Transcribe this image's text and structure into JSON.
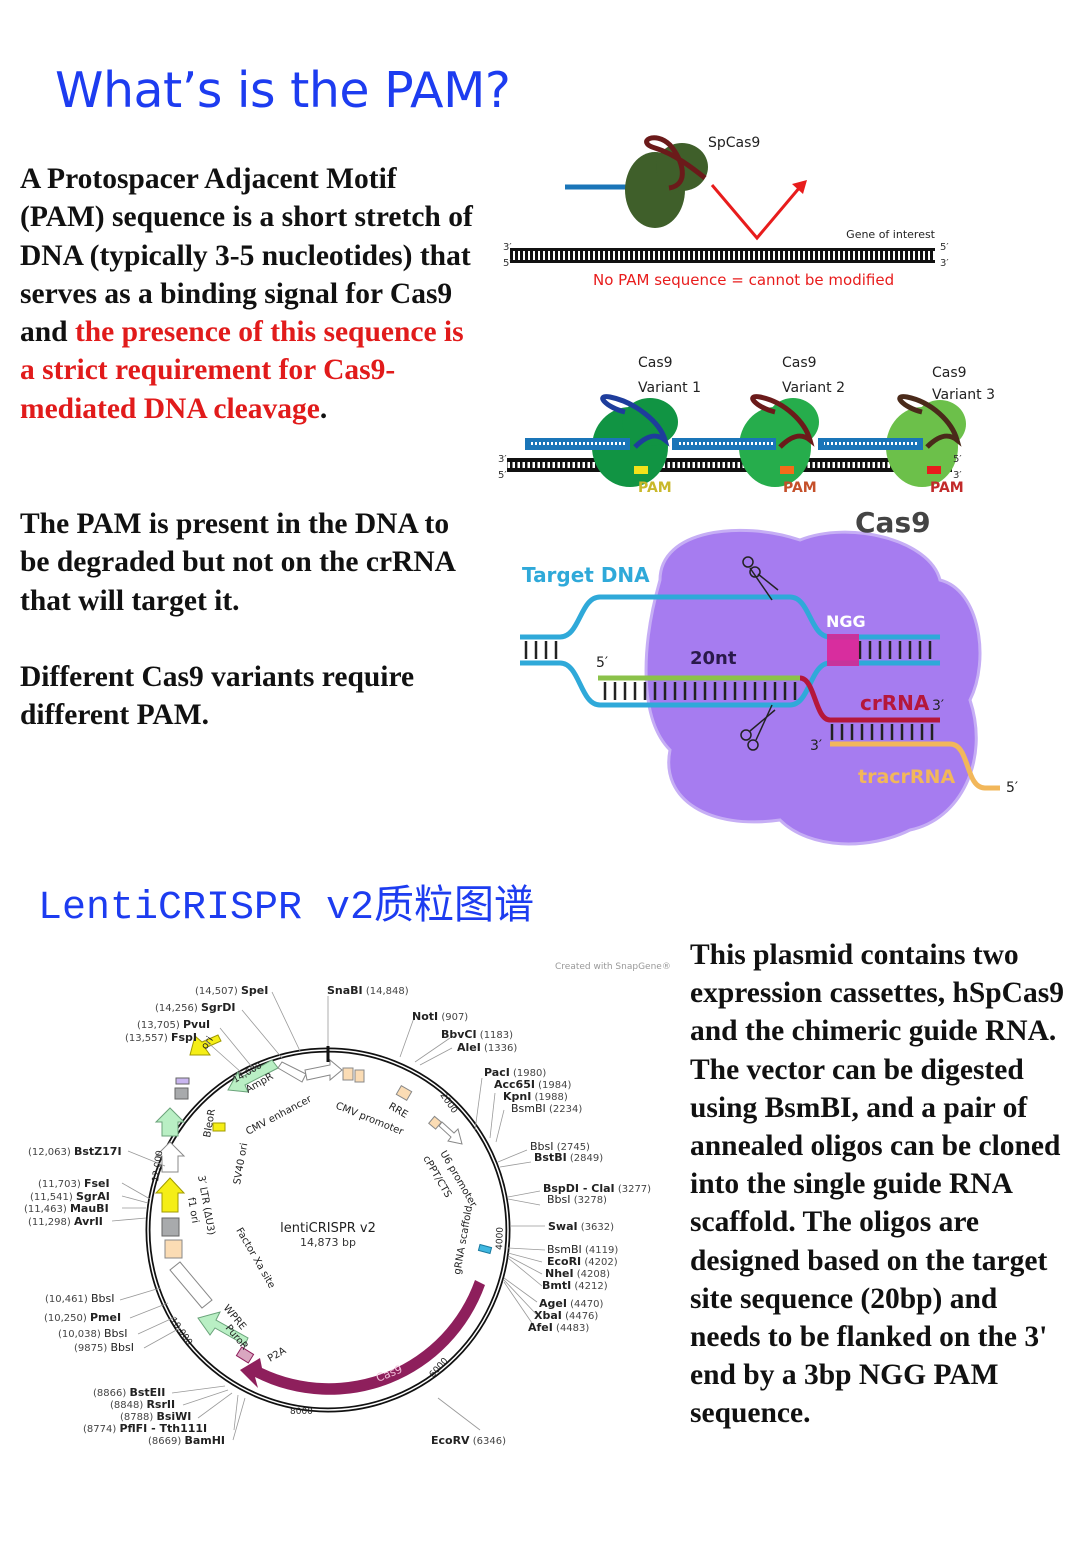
{
  "header": {
    "title": "What’s is the PAM?"
  },
  "intro": {
    "paragraph1_black": "A Protospacer Adjacent Motif (PAM) sequence is a short stretch of DNA (typically 3-5 nucleotides) that serves as a binding signal for Cas9 and",
    "paragraph1_red": "the presence of this sequence is a strict requirement for Cas9-mediated DNA cleavage",
    "paragraph1_end": ".",
    "paragraph2": "The PAM is present in the DNA to be degraded but not on the crRNA that will target it.",
    "paragraph3": "Different Cas9 variants require different PAM."
  },
  "figure_no_pam": {
    "protein_label": "SpCas9",
    "gene_label": "Gene of interest",
    "caption": "No PAM sequence = cannot be modified",
    "end_labels": {
      "top_left": "3′",
      "bottom_left": "5′",
      "top_right": "5′",
      "bottom_right": "3′"
    },
    "colors": {
      "protein": "#3f5f2a",
      "rna": "#6b1a1a",
      "guide": "#1a75b8",
      "arrow": "#e81c1c"
    }
  },
  "figure_variants": {
    "variants": [
      {
        "label_line1": "Cas9",
        "label_line2": "Variant 1",
        "pam_label": "PAM",
        "pam_color": "#f2e21a",
        "pam_text_color": "#c9b82a",
        "protein_color": "#119443",
        "rna_color": "#1e3d9c"
      },
      {
        "label_line1": "Cas9",
        "label_line2": "Variant 2",
        "pam_label": "PAM",
        "pam_color": "#f26c1a",
        "pam_text_color": "#c5502a",
        "protein_color": "#26ad4c",
        "rna_color": "#6b1a1a"
      },
      {
        "label_line1": "Cas9",
        "label_line2": "Variant 3",
        "pam_label": "PAM",
        "pam_color": "#e81c1c",
        "pam_text_color": "#c22a2a",
        "protein_color": "#6cc04a",
        "rna_color": "#4a2a1a"
      }
    ],
    "end_labels": {
      "top_left": "3′",
      "bottom_left": "5′",
      "top_right": "5′",
      "bottom_right": "3′"
    }
  },
  "figure_mechanism": {
    "protein_label": "Cas9",
    "target_label": "Target DNA",
    "pam_label": "NGG",
    "spacer_label": "20nt",
    "crrna_label": "crRNA",
    "tracrrna_label": "tracrRNA",
    "five_prime": "5′",
    "three_prime": "3′",
    "colors": {
      "protein": "#a67cf0",
      "dna": "#2fa9d9",
      "pam": "#e0208f",
      "spacer": "#8bc24a",
      "crrna": "#b5173b",
      "tracrrna": "#f2b75a"
    }
  },
  "section2": {
    "title": "LentiCRISPR v2质粒图谱"
  },
  "plasmid": {
    "name": "lentiCRISPR v2",
    "size": "14,873 bp",
    "watermark": "Created with SnapGene®",
    "ticks": [
      "2000",
      "4000",
      "6000",
      "8000",
      "10,000",
      "12,000",
      "14,000"
    ],
    "sites_left": [
      {
        "pos": "(14,507)",
        "name": "SpeI",
        "bold": true
      },
      {
        "pos": "(14,256)",
        "name": "SgrDI",
        "bold": true
      },
      {
        "pos": "(13,705)",
        "name": "PvuI",
        "bold": true
      },
      {
        "pos": "(13,557)",
        "name": "FspI",
        "bold": true
      },
      {
        "pos": "(12,063)",
        "name": "BstZ17I",
        "bold": true
      },
      {
        "pos": "(11,703)",
        "name": "FseI",
        "bold": true
      },
      {
        "pos": "(11,541)",
        "name": "SgrAI",
        "bold": true
      },
      {
        "pos": "(11,463)",
        "name": "MauBI",
        "bold": true
      },
      {
        "pos": "(11,298)",
        "name": "AvrII",
        "bold": true
      },
      {
        "pos": "(10,461)",
        "name": "BbsI",
        "bold": false
      },
      {
        "pos": "(10,250)",
        "name": "PmeI",
        "bold": true
      },
      {
        "pos": "(10,038)",
        "name": "BbsI",
        "bold": false
      },
      {
        "pos": "(9875)",
        "name": "BbsI",
        "bold": false
      },
      {
        "pos": "(8866)",
        "name": "BstEII",
        "bold": true
      },
      {
        "pos": "(8848)",
        "name": "RsrII",
        "bold": true
      },
      {
        "pos": "(8788)",
        "name": "BsiWI",
        "bold": true
      },
      {
        "pos": "(8774)",
        "name": "PflFI - Tth111I",
        "bold": true
      },
      {
        "pos": "(8669)",
        "name": "BamHI",
        "bold": true
      }
    ],
    "sites_right": [
      {
        "name": "SnaBI",
        "pos": "(14,848)",
        "bold": true
      },
      {
        "name": "NotI",
        "pos": "(907)",
        "bold": true
      },
      {
        "name": "BbvCI",
        "pos": "(1183)",
        "bold": true
      },
      {
        "name": "AleI",
        "pos": "(1336)",
        "bold": true
      },
      {
        "name": "PacI",
        "pos": "(1980)",
        "bold": true
      },
      {
        "name": "Acc65I",
        "pos": "(1984)",
        "bold": true
      },
      {
        "name": "KpnI",
        "pos": "(1988)",
        "bold": true
      },
      {
        "name": "BsmBI",
        "pos": "(2234)",
        "bold": false
      },
      {
        "name": "BbsI",
        "pos": "(2745)",
        "bold": false
      },
      {
        "name": "BstBI",
        "pos": "(2849)",
        "bold": true
      },
      {
        "name": "BspDI - ClaI",
        "pos": "(3277)",
        "bold": true
      },
      {
        "name": "BbsI",
        "pos": "(3278)",
        "bold": false
      },
      {
        "name": "SwaI",
        "pos": "(3632)",
        "bold": true
      },
      {
        "name": "BsmBI",
        "pos": "(4119)",
        "bold": false
      },
      {
        "name": "EcoRI",
        "pos": "(4202)",
        "bold": true
      },
      {
        "name": "NheI",
        "pos": "(4208)",
        "bold": true
      },
      {
        "name": "BmtI",
        "pos": "(4212)",
        "bold": true
      },
      {
        "name": "AgeI",
        "pos": "(4470)",
        "bold": true
      },
      {
        "name": "XbaI",
        "pos": "(4476)",
        "bold": true
      },
      {
        "name": "AfeI",
        "pos": "(4483)",
        "bold": true
      },
      {
        "name": "EcoRV",
        "pos": "(6346)",
        "bold": true
      }
    ],
    "features": {
      "ampr": "AmpR",
      "cmv_enhancer": "CMV enhancer",
      "cmv_promoter": "CMV promoter",
      "rre": "RRE",
      "u6": "U6 promoter",
      "cppt": "cPPT/CTS",
      "grna": "gRNA scaffold",
      "cas9": "Cas9",
      "p2a": "P2A",
      "puror": "PuroR",
      "wpre": "WPRE",
      "factor_xa": "Factor Xa site",
      "ltr": "3′ LTR (ΔU3)",
      "f1ori": "f1 ori",
      "sv40": "SV40 ori",
      "bleor": "BleoR",
      "ori": "ori"
    },
    "colors": {
      "cas9": "#8e1f5c",
      "resistance": "#b9efc4",
      "ori": "#f5ee16",
      "promoter": "#ffffff",
      "misc": "#fbdcb4",
      "grna": "#3fb7e0"
    }
  },
  "description": {
    "text": "This plasmid contains two expression cassettes, hSpCas9 and the chimeric guide RNA. The vector can be digested using BsmBI, and a pair of annealed oligos can be cloned into the single guide RNA scaffold. The oligos are designed based on the target site sequence (20bp) and needs to be flanked on the 3' end by a 3bp NGG PAM sequence."
  }
}
